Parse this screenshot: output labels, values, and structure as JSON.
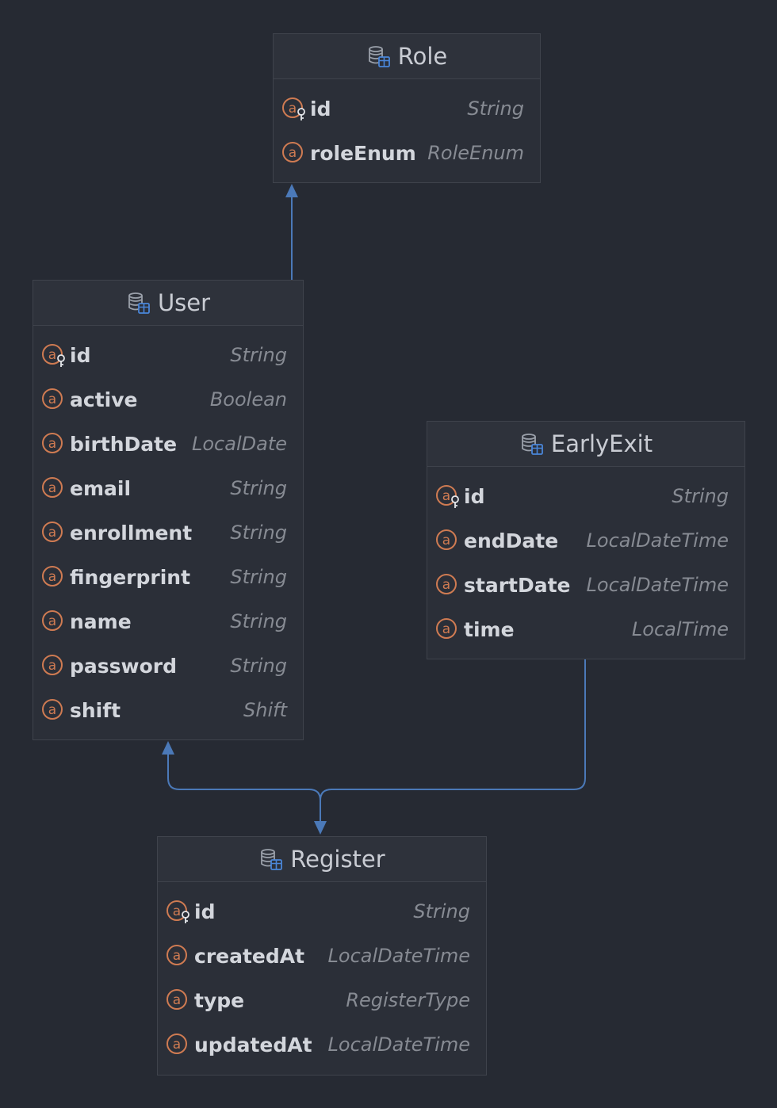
{
  "colors": {
    "background": "#262a33",
    "entity_background": "#2b2f38",
    "connector": "#4b79b8",
    "field_icon": "#cf7b52",
    "db_icon": "#9aa0aa",
    "table_icon": "#4a86d9"
  },
  "icons": {
    "entity": "database-table-icon",
    "field": "field-annotation-icon",
    "primary_key": "primary-key-field-icon"
  },
  "entities": {
    "role": {
      "name": "Role",
      "fields": [
        {
          "name": "id",
          "type": "String",
          "key": true
        },
        {
          "name": "roleEnum",
          "type": "RoleEnum",
          "key": false
        }
      ]
    },
    "user": {
      "name": "User",
      "fields": [
        {
          "name": "id",
          "type": "String",
          "key": true
        },
        {
          "name": "active",
          "type": "Boolean",
          "key": false
        },
        {
          "name": "birthDate",
          "type": "LocalDate",
          "key": false
        },
        {
          "name": "email",
          "type": "String",
          "key": false
        },
        {
          "name": "enrollment",
          "type": "String",
          "key": false
        },
        {
          "name": "fingerprint",
          "type": "String",
          "key": false
        },
        {
          "name": "name",
          "type": "String",
          "key": false
        },
        {
          "name": "password",
          "type": "String",
          "key": false
        },
        {
          "name": "shift",
          "type": "Shift",
          "key": false
        }
      ]
    },
    "earlyexit": {
      "name": "EarlyExit",
      "fields": [
        {
          "name": "id",
          "type": "String",
          "key": true
        },
        {
          "name": "endDate",
          "type": "LocalDateTime",
          "key": false
        },
        {
          "name": "startDate",
          "type": "LocalDateTime",
          "key": false
        },
        {
          "name": "time",
          "type": "LocalTime",
          "key": false
        }
      ]
    },
    "register": {
      "name": "Register",
      "fields": [
        {
          "name": "id",
          "type": "String",
          "key": true
        },
        {
          "name": "createdAt",
          "type": "LocalDateTime",
          "key": false
        },
        {
          "name": "type",
          "type": "RegisterType",
          "key": false
        },
        {
          "name": "updatedAt",
          "type": "LocalDateTime",
          "key": false
        }
      ]
    }
  },
  "relations": [
    {
      "from": "User",
      "to": "Role"
    },
    {
      "from": "Register",
      "to": "User"
    },
    {
      "from": "EarlyExit",
      "to": "Register"
    }
  ]
}
